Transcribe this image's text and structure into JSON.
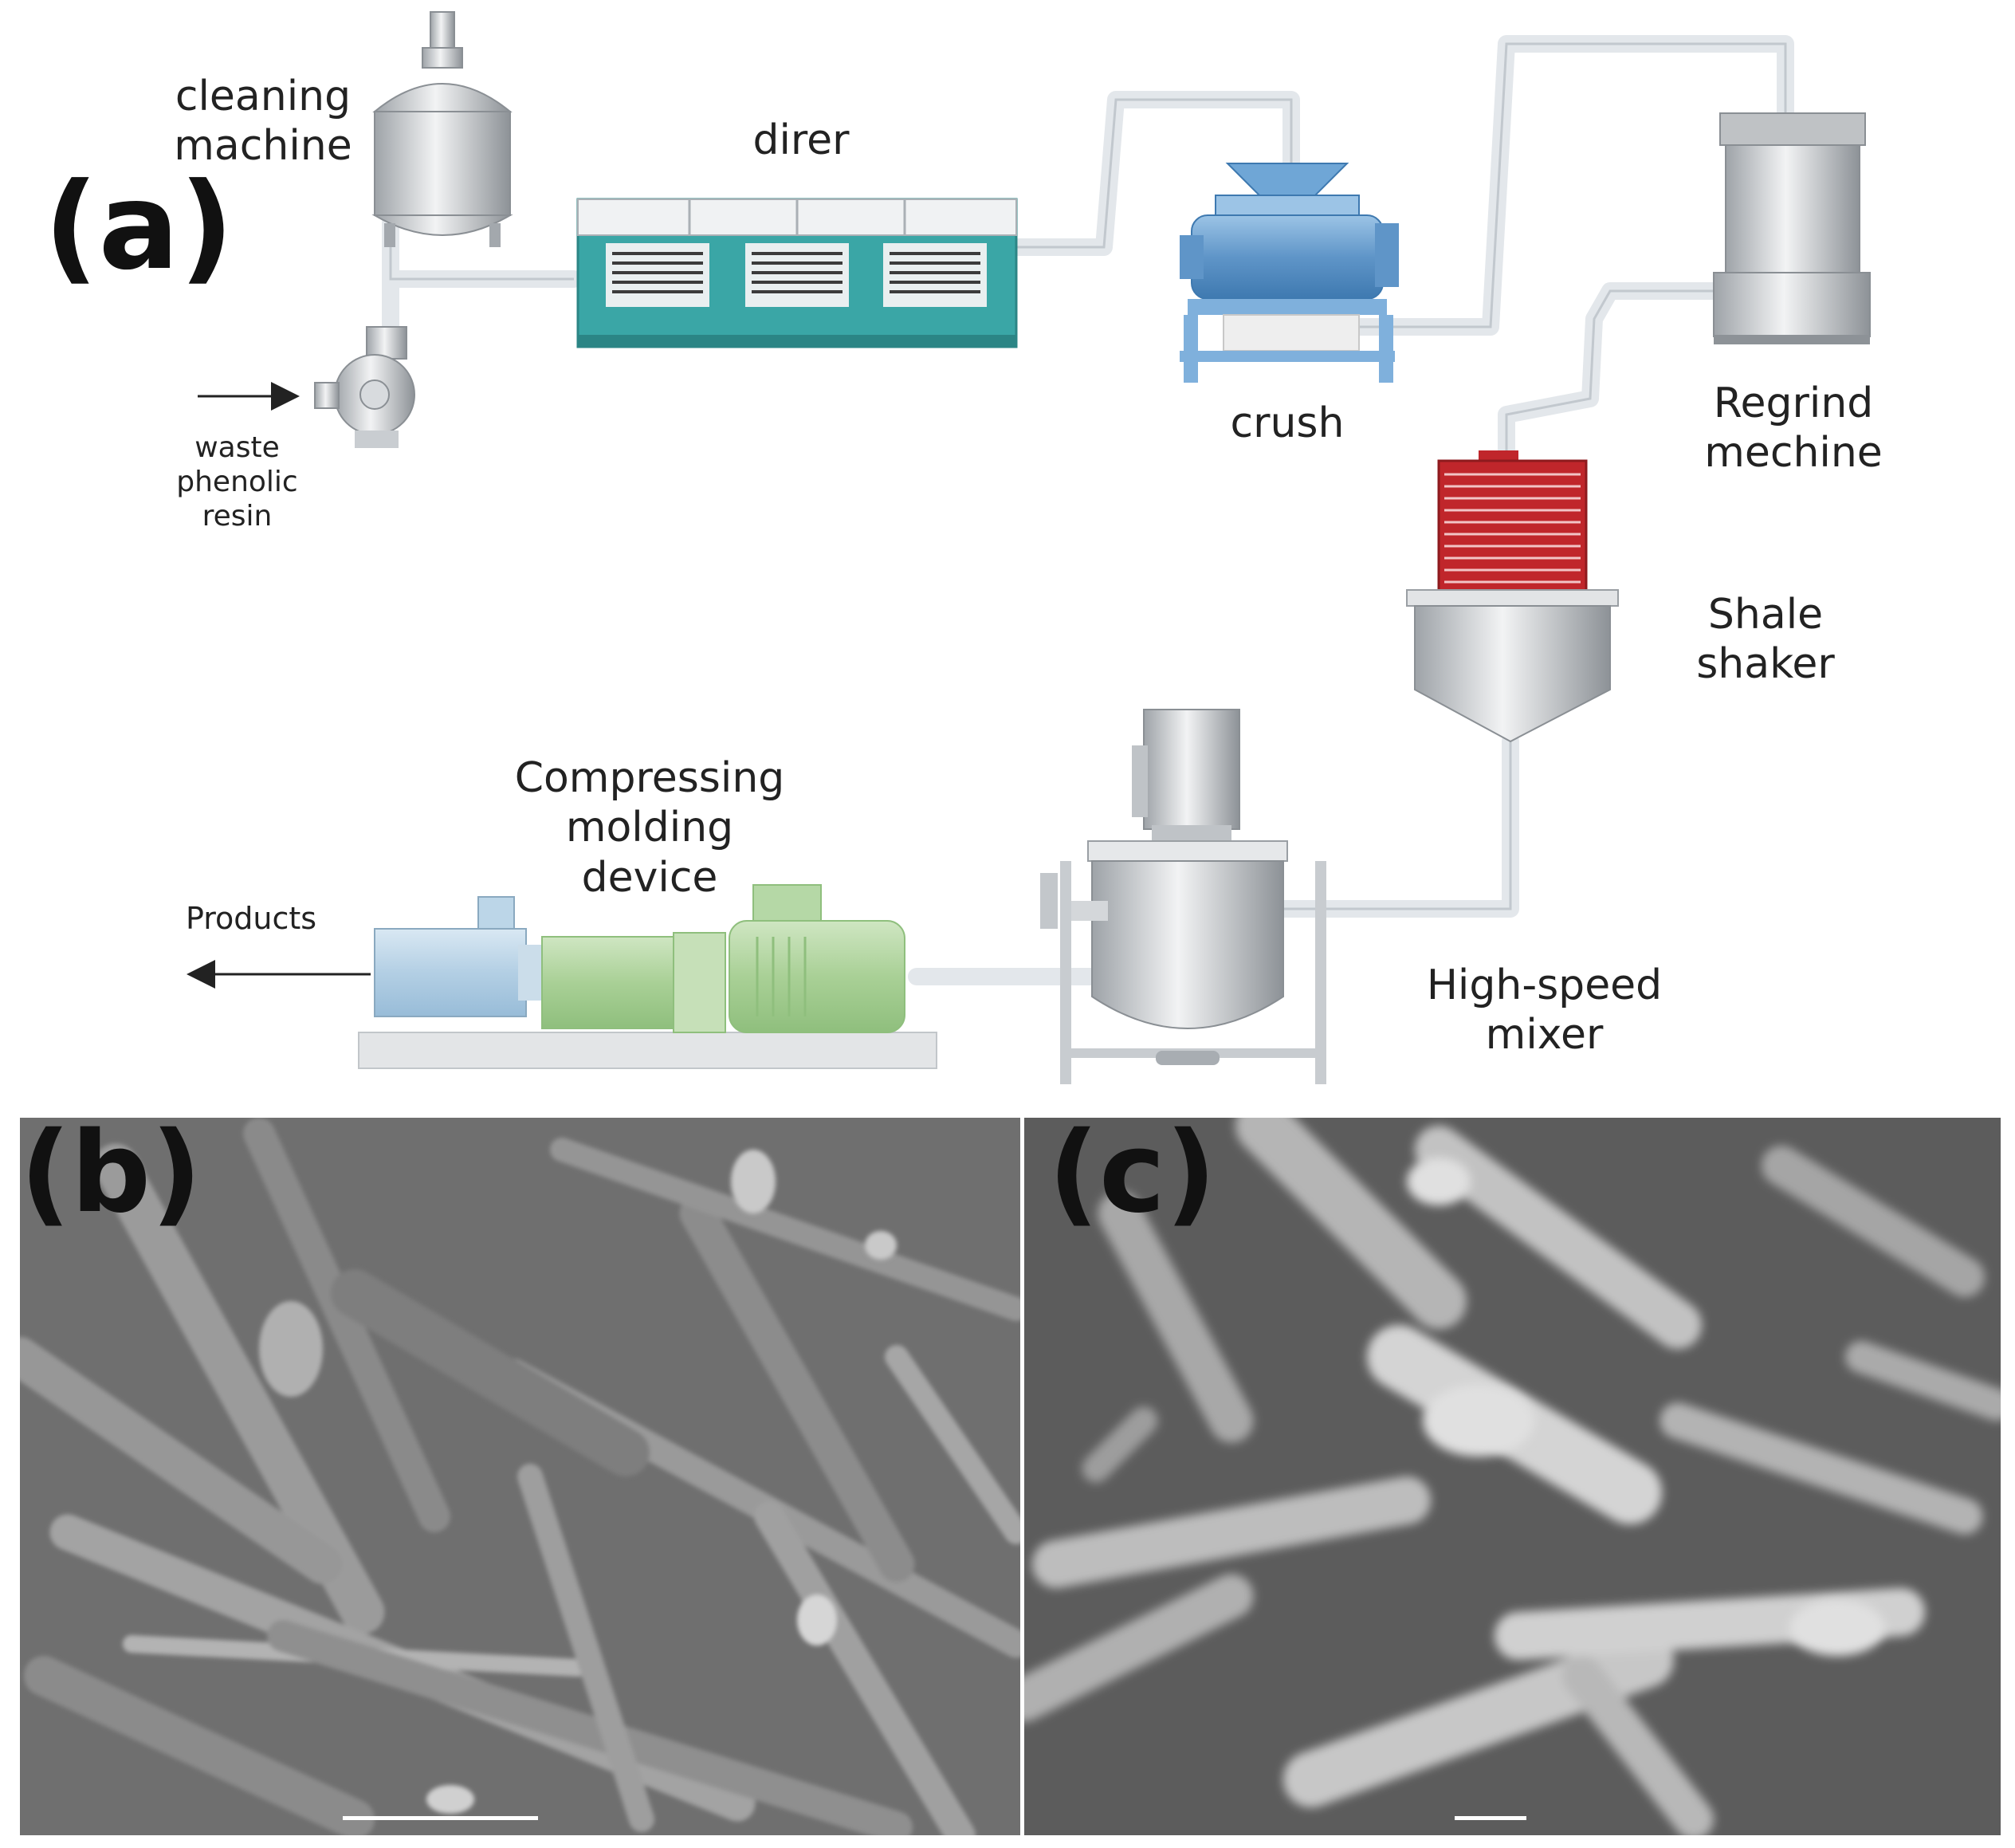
{
  "panels": {
    "a": "(a)",
    "b": "(b)",
    "c": "(c)"
  },
  "process": {
    "cleaning_machine": "cleaning\nmachine",
    "dryer": "direr",
    "crush": "crush",
    "regrind": "Regrind\nmechine",
    "shale_shaker": "Shale\nshaker",
    "mixer": "High-speed\nmixer",
    "molding": "Compressing\nmolding\ndevice",
    "input": "waste\nphenolic\nresin",
    "output": "Products"
  },
  "colors": {
    "dryer": "#3aa6a6",
    "crusher": "#6fa6d6",
    "shaker_top": "#c0262b",
    "molding_green": "#b5d8a6",
    "molding_blue": "#bcd6e8",
    "pipe": "#e6eaee",
    "sem_bg": "#6d6d6d"
  }
}
